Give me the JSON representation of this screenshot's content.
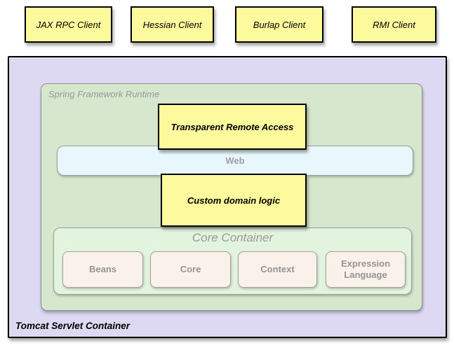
{
  "diagram": {
    "clients": [
      {
        "label": "JAX RPC Client"
      },
      {
        "label": "Hessian Client"
      },
      {
        "label": "Burlap Client"
      },
      {
        "label": "RMI Client"
      }
    ],
    "tomcat": {
      "label": "Tomcat Servlet Container"
    },
    "spring_runtime": {
      "label": "Spring Framework Runtime"
    },
    "transparent_remote_access": {
      "label": "Transparent Remote Access"
    },
    "web_layer": {
      "label": "Web"
    },
    "custom_domain_logic": {
      "label": "Custom domain logic"
    },
    "core_container": {
      "label": "Core Container",
      "modules": [
        {
          "label": "Beans"
        },
        {
          "label": "Core"
        },
        {
          "label": "Context"
        },
        {
          "label": "Expression Language"
        }
      ]
    },
    "colors": {
      "client_box_fill": "#fdfa9e",
      "highlight_box_fill": "#fdfa9e",
      "tomcat_fill": "#ded9f3",
      "runtime_fill": "#d6e7cd",
      "web_fill": "#e7f7fb",
      "core_container_fill": "#e2f3de",
      "module_fill": "#fbf1eb",
      "muted_text": "#999999",
      "border_black": "#000000",
      "border_gray": "#9c9c9c"
    }
  }
}
